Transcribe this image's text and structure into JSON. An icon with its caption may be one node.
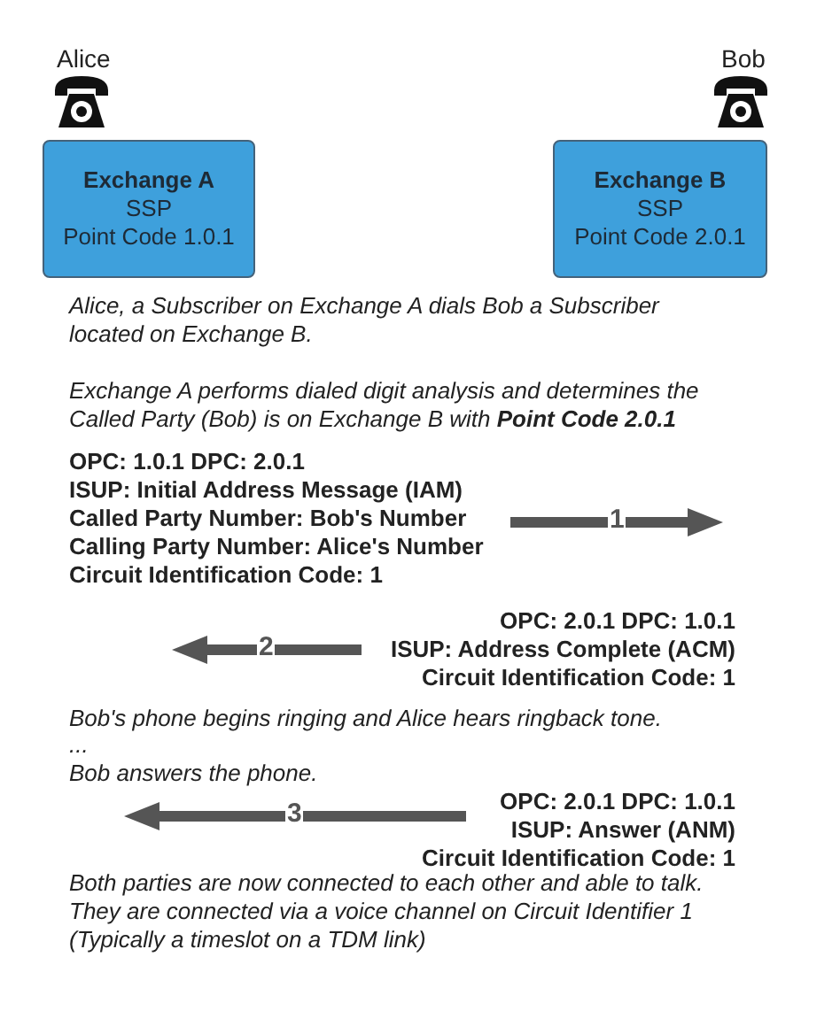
{
  "diagram": {
    "nodes": [
      {
        "text": [
          "Exchange A",
          "SSP",
          "Point Code 1.0.1"
        ]
      },
      {
        "text": [
          "Exchange B",
          "SSP",
          "Point Code 2.0.1"
        ]
      }
    ],
    "edges": [],
    "labels": [
      "Alice",
      "Bob",
      "Alice, a Subscriber on Exchange A dials Bob a Subscriber located on Exchange B.",
      "Exchange A performs dialed digit analysis and determines the Called Party (Bob) is on Exchange B with **Point Code 2.0.1**",
      "OPC: 1.0.1 DPC: 2.0.1",
      "ISUP: Initial Address Message (IAM)",
      "Called Party Number: Bob's Number",
      "Calling Party Number: Alice's Number",
      "Circuit Identification Code: 1",
      "1",
      "2",
      "OPC: 2.0.1 DPC: 1.0.1",
      "ISUP: Address Complete (ACM)",
      "Circuit Identification Code: 1",
      "Bob's phone begins ringing and Alice hears ringback tone.",
      "...",
      "Bob answers the phone.",
      "OPC: 2.0.1 DPC: 1.0.1",
      "3",
      "ISUP: Answer (ANM)",
      "Circuit Identification Code: 1",
      "Both parties are now connected to each other and able to talk. They are connected via a voice channel on Circuit Identifier 1 (Typically a timeslot on a TDM link)"
    ]
  }
}
